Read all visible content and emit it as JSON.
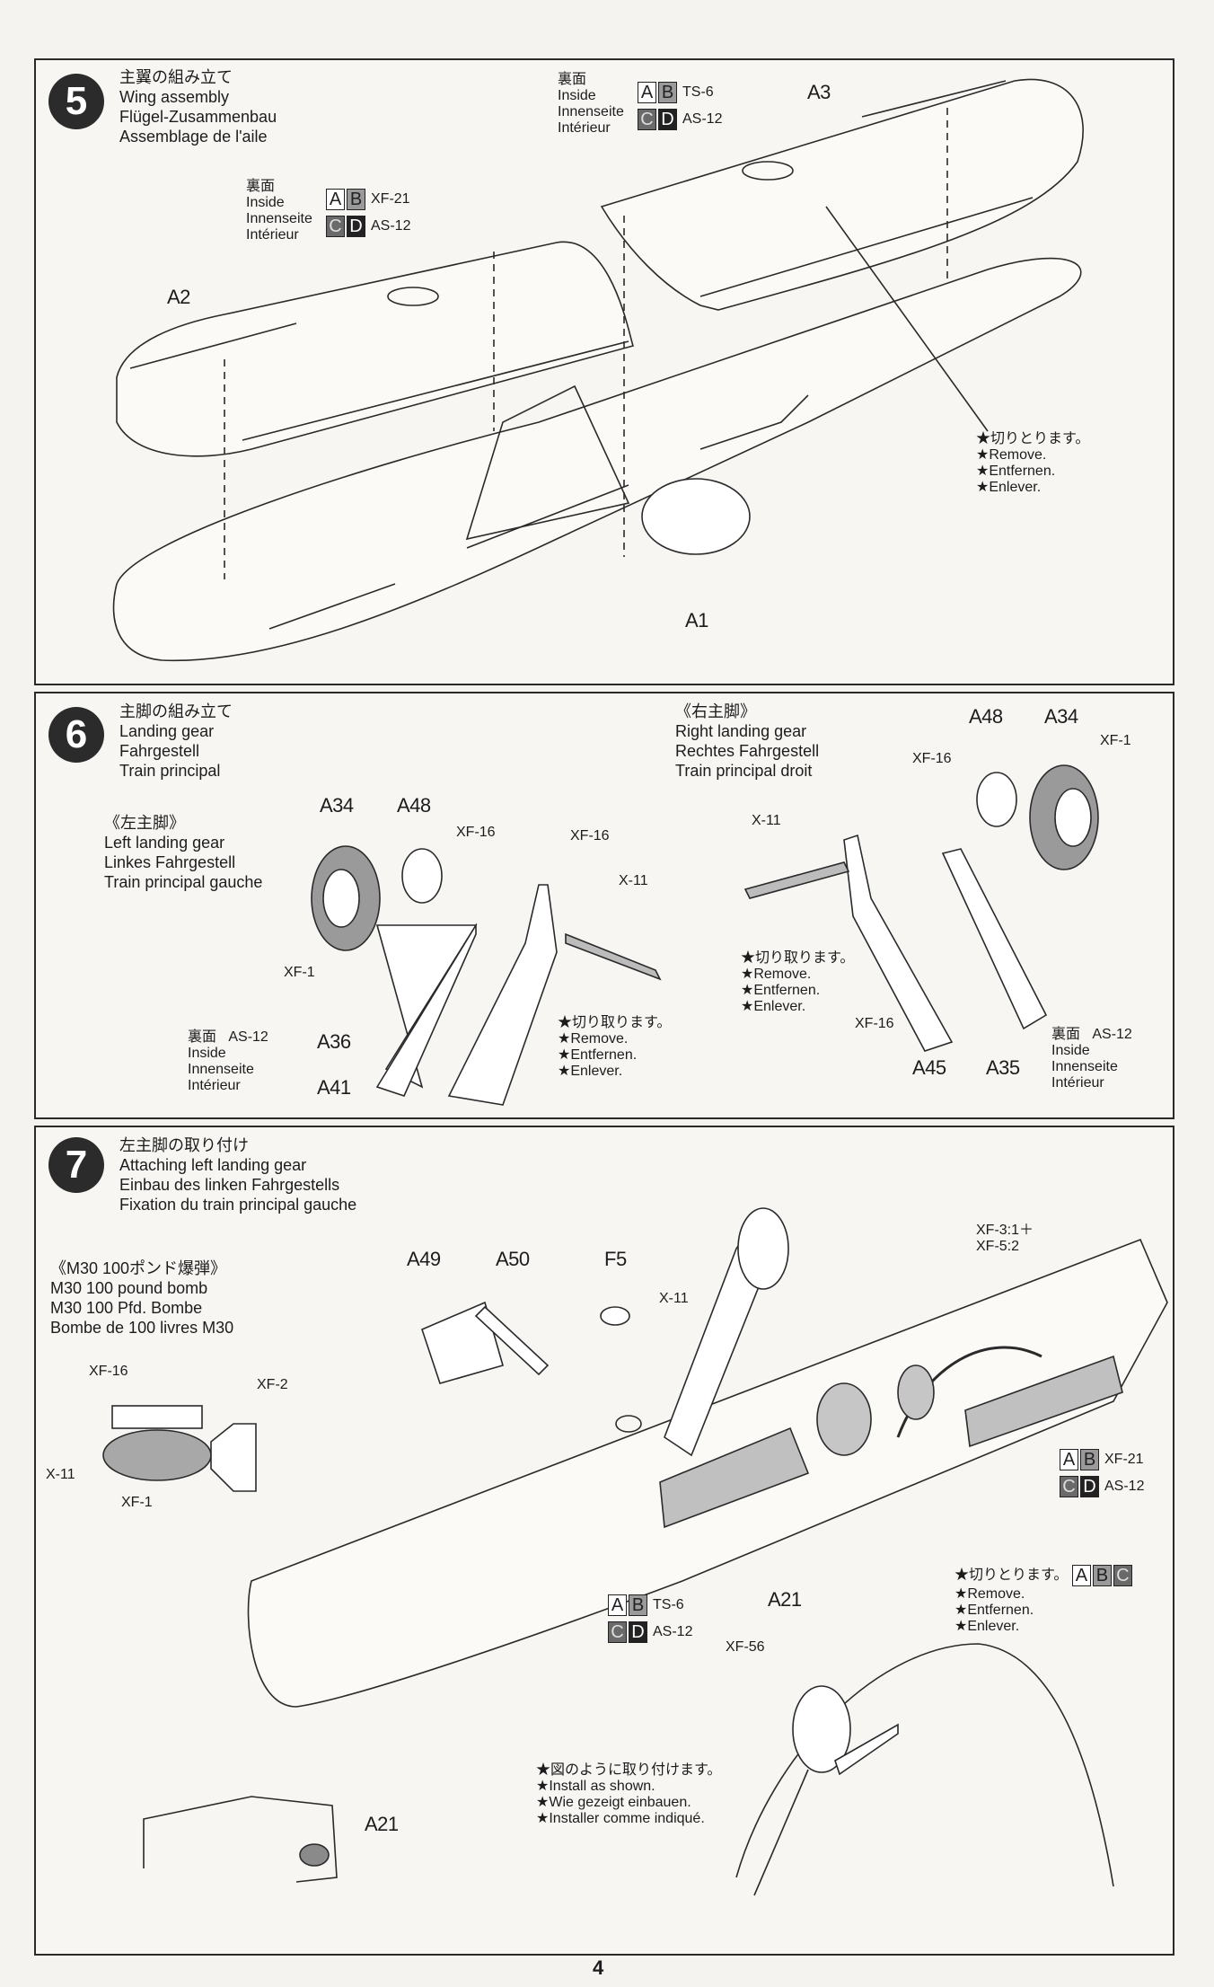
{
  "page_number": "4",
  "steps": [
    {
      "number": "5",
      "title": [
        "主翼の組み立て",
        "Wing assembly",
        "Flügel-Zusammenbau",
        "Assemblage de l'aile"
      ],
      "inside_label": [
        "裏面",
        "Inside",
        "Innenseite",
        "Intérieur"
      ],
      "paint_a": {
        "codes1": [
          "A",
          "B"
        ],
        "paint1": "TS-6",
        "codes2": [
          "C",
          "D"
        ],
        "paint2": "AS-12"
      },
      "paint_b": {
        "codes1": [
          "A",
          "B"
        ],
        "paint1": "XF-21",
        "codes2": [
          "C",
          "D"
        ],
        "paint2": "AS-12"
      },
      "parts": [
        "A2",
        "A3",
        "A1"
      ],
      "remove_note": [
        "★切りとります。",
        "★Remove.",
        "★Entfernen.",
        "★Enlever."
      ]
    },
    {
      "number": "6",
      "title": [
        "主脚の組み立て",
        "Landing gear",
        "Fahrgestell",
        "Train principal"
      ],
      "left_gear": [
        "《左主脚》",
        "Left landing gear",
        "Linkes Fahrgestell",
        "Train principal gauche"
      ],
      "right_gear": [
        "《右主脚》",
        "Right landing gear",
        "Rechtes Fahrgestell",
        "Train principal droit"
      ],
      "left_parts": {
        "a34": "A34",
        "a48": "A48",
        "a36": "A36",
        "a41": "A41"
      },
      "left_paints": {
        "xf16a": "XF-16",
        "xf16b": "XF-16",
        "x11": "X-11",
        "xf1": "XF-1",
        "as12": "AS-12"
      },
      "right_parts": {
        "a48": "A48",
        "a34": "A34",
        "a45": "A45",
        "a35": "A35"
      },
      "right_paints": {
        "xf1": "XF-1",
        "xf16a": "XF-16",
        "x11": "X-11",
        "xf16b": "XF-16",
        "as12": "AS-12"
      },
      "inside_label": [
        "裏面",
        "Inside",
        "Innenseite",
        "Intérieur"
      ],
      "remove_note": [
        "★切り取ります。",
        "★Remove.",
        "★Entfernen.",
        "★Enlever."
      ]
    },
    {
      "number": "7",
      "title": [
        "左主脚の取り付け",
        "Attaching left landing gear",
        "Einbau des linken Fahrgestells",
        "Fixation du train principal gauche"
      ],
      "bomb": {
        "title": [
          "《M30 100ポンド爆弾》",
          "M30 100 pound bomb",
          "M30 100 Pfd. Bombe",
          "Bombe de 100 livres M30"
        ],
        "paints": {
          "xf16": "XF-16",
          "xf2": "XF-2",
          "x11": "X-11",
          "xf1": "XF-1"
        }
      },
      "parts": {
        "a49": "A49",
        "a50": "A50",
        "f5": "F5",
        "a21": "A21",
        "a21_detail": "A21"
      },
      "paints": {
        "x11": "X-11",
        "mix1": "XF-3:1＋",
        "mix2": "XF-5:2",
        "xf56": "XF-56"
      },
      "paint_right": {
        "codes1": [
          "A",
          "B"
        ],
        "paint1": "XF-21",
        "codes2": [
          "C",
          "D"
        ],
        "paint2": "AS-12"
      },
      "paint_bottom": {
        "codes1": [
          "A",
          "B"
        ],
        "paint1": "TS-6",
        "codes2": [
          "C",
          "D"
        ],
        "paint2": "AS-12"
      },
      "remove_note": [
        "★切りとります。",
        "★Remove.",
        "★Entfernen.",
        "★Enlever."
      ],
      "remove_codes": [
        "A",
        "B",
        "C"
      ],
      "install_note": [
        "★図のように取り付けます。",
        "★Install as shown.",
        "★Wie gezeigt einbauen.",
        "★Installer comme indiqué."
      ]
    }
  ]
}
